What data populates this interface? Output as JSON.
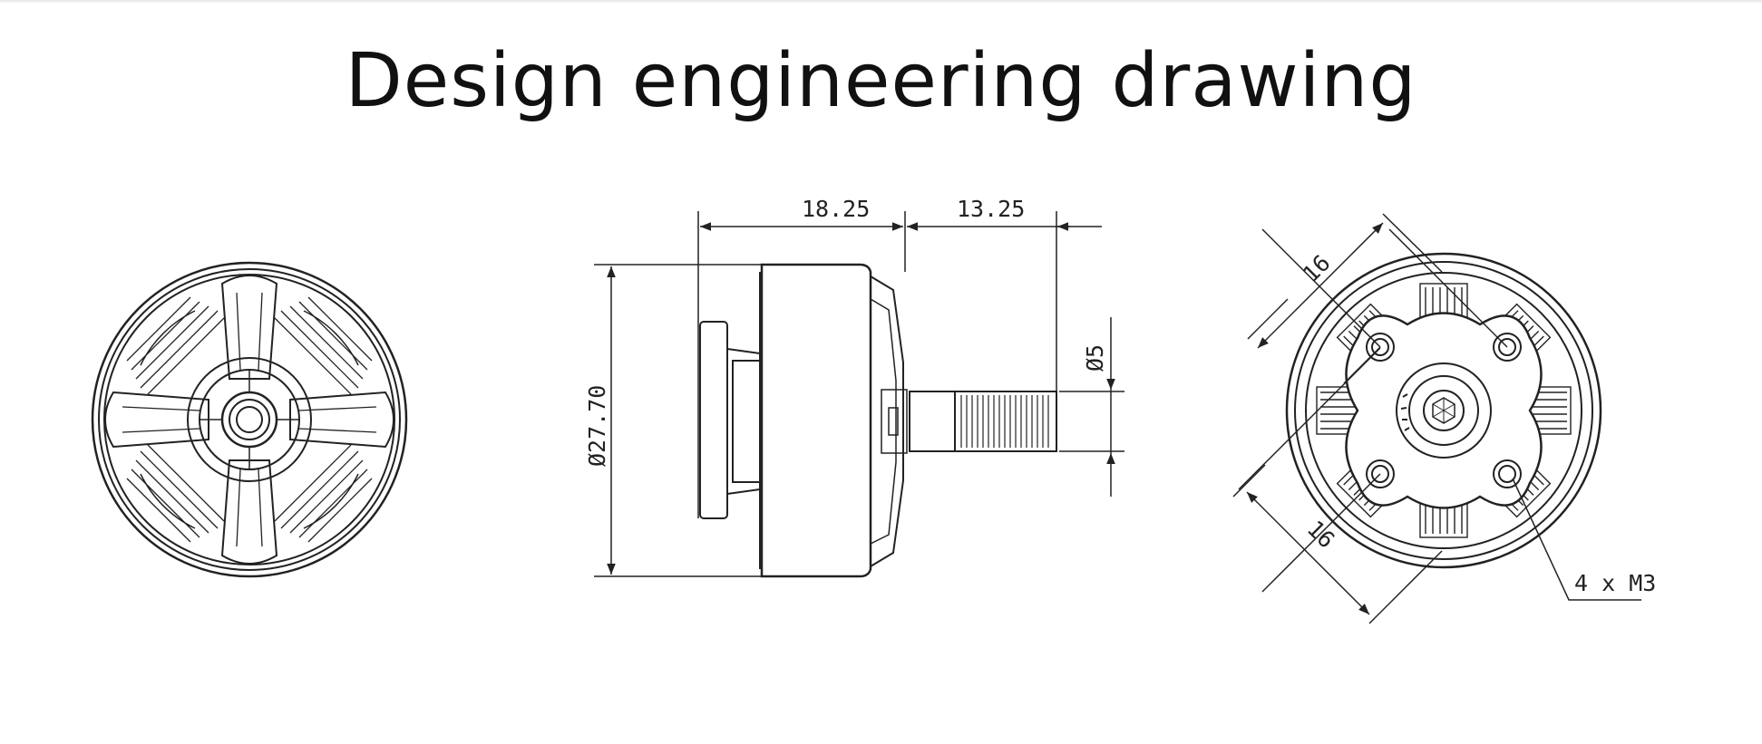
{
  "title": "Design engineering drawing",
  "colors": {
    "line": "#222222",
    "background": "#ffffff"
  },
  "dimensions": {
    "rear_length": "18.25",
    "shaft_length": "13.25",
    "body_diameter": "Ø27.70",
    "shaft_diameter": "Ø5",
    "mount_spacing_top": "16",
    "mount_spacing_bottom": "16",
    "mount_screws": "4 x M3"
  }
}
